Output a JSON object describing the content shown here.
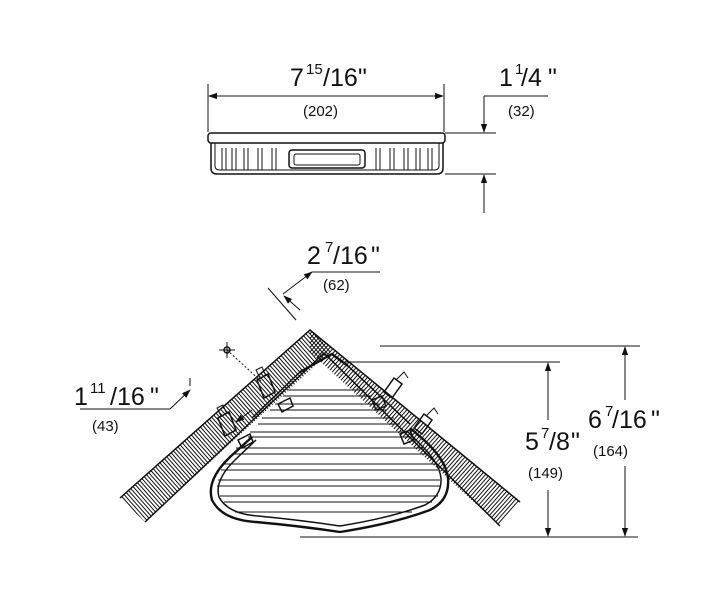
{
  "colors": {
    "ink": "#111111",
    "background": "#ffffff"
  },
  "dimensions": {
    "top_width": {
      "whole": "7",
      "num": "15",
      "den": "/16",
      "inch": "\"",
      "mm": "(202)"
    },
    "top_height": {
      "whole": "1",
      "num": "1",
      "den": "/4",
      "inch": "\"",
      "mm": "(32)"
    },
    "wall_thickness": {
      "whole": "2",
      "num": "7",
      "den": "/16",
      "inch": "\"",
      "mm": "(62)"
    },
    "mount_offset": {
      "whole": "1",
      "num": "11",
      "den": "/16",
      "inch": "\"",
      "mm": "(43)"
    },
    "basket_depth": {
      "whole": "5",
      "num": "7",
      "den": "/8",
      "inch": "\"",
      "mm": "(149)"
    },
    "overall_depth": {
      "whole": "6",
      "num": "7",
      "den": "/16",
      "inch": "\"",
      "mm": "(164)"
    }
  }
}
